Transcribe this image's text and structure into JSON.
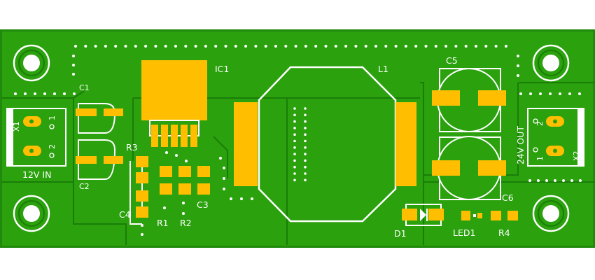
{
  "board": {
    "colors": {
      "background": "#ffffff",
      "board_edge": "#1f8a0c",
      "copper_fill": "#2aa10d",
      "pad": "#ffbf00",
      "silkscreen": "#ffffff",
      "trace_gap": "#1a7d08"
    },
    "labels": {
      "ic1": "IC1",
      "l1": "L1",
      "c1": "C1",
      "c2": "C2",
      "c3": "C3",
      "c4": "C4",
      "c5": "C5",
      "c6": "C6",
      "r1": "R1",
      "r2": "R2",
      "r3": "R3",
      "r4": "R4",
      "d1": "D1",
      "led1": "LED1",
      "x1": "X1",
      "x2": "X2",
      "in_label": "12V IN",
      "out_label": "24V OUT",
      "x1_pin1": "1",
      "x1_pin2": "2",
      "x2_pin1": "1",
      "x2_pin2": "2"
    }
  }
}
